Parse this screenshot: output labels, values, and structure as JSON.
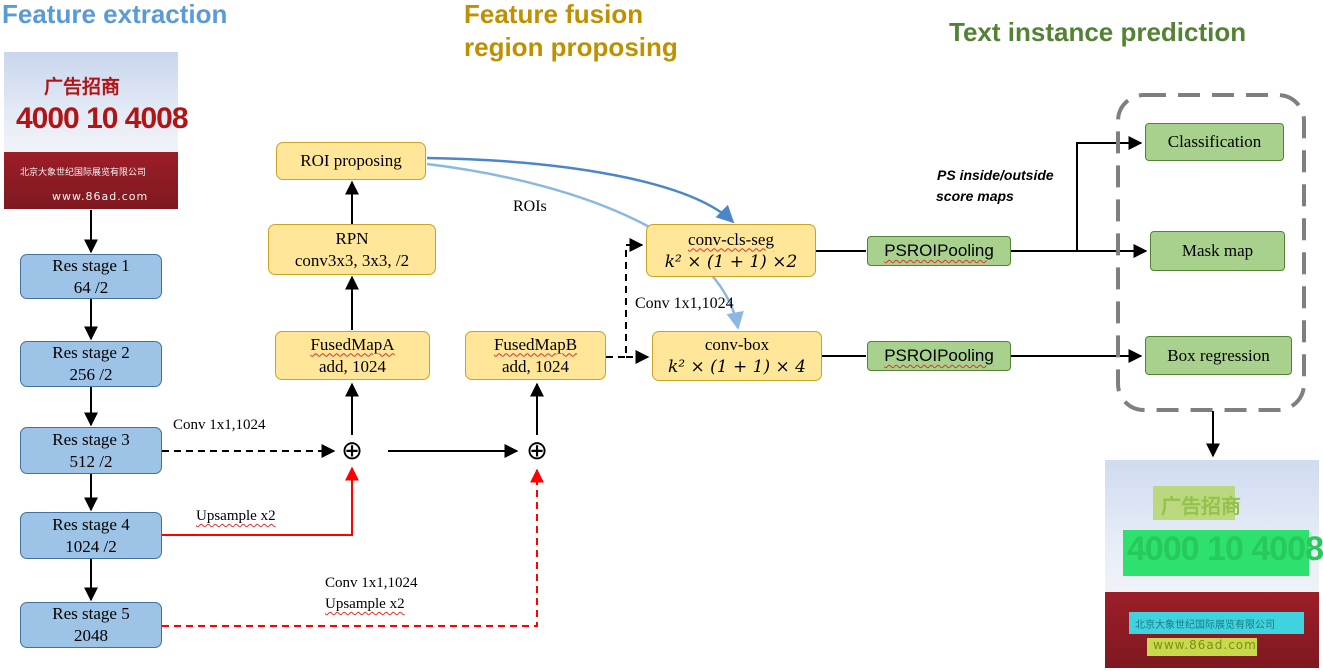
{
  "headers": {
    "feature_extraction": "Feature extraction",
    "feature_fusion_line1": "Feature fusion",
    "feature_fusion_line2": "region proposing",
    "text_instance": "Text instance prediction"
  },
  "colors": {
    "extraction": "#5b9bd5",
    "fusion": "#bf9000",
    "prediction": "#548235",
    "upsample_arrow": "#ff0000"
  },
  "input_image": {
    "line1": "广告招商",
    "line2": "4000 10 4008",
    "line3": "北京大象世纪国际展览有限公司",
    "line4": "www.86ad.com"
  },
  "output_image": {
    "line1": "广告招商",
    "line2": "4000 10 4008",
    "line3": "北京大象世纪国际展览有限公司",
    "line4": "www.86ad.com"
  },
  "res_stages": [
    {
      "title": "Res stage 1",
      "sub": "64 /2"
    },
    {
      "title": "Res stage 2",
      "sub": "256 /2"
    },
    {
      "title": "Res stage 3",
      "sub": "512 /2"
    },
    {
      "title": "Res stage 4",
      "sub": "1024 /2"
    },
    {
      "title": "Res stage 5",
      "sub": "2048"
    }
  ],
  "fusion": {
    "fusedA_title": "FusedMapA",
    "fusedA_sub": "add, 1024",
    "fusedB_title": "FusedMapB",
    "fusedB_sub": "add, 1024",
    "rpn_title": "RPN",
    "rpn_sub": "conv3x3, 3x3, /2",
    "roi": "ROI proposing"
  },
  "prediction": {
    "conv_cls_seg": "conv-cls-seg",
    "conv_cls_seg_formula": "k² × (1 + 1) ×2",
    "conv_box": "conv-box",
    "conv_box_formula": "k² × (1 + 1) × 4",
    "psroi1": "PSROIPooling",
    "psroi2": "PSROIPooling",
    "classification": "Classification",
    "mask_map": "Mask map",
    "box_regression": "Box regression"
  },
  "labels": {
    "conv_stage3": "Conv 1x1,1024",
    "upsample_stage4": "Upsample x2",
    "conv_stage5": "Conv 1x1,1024",
    "upsample_stage5": "Upsample x2",
    "rois": "ROIs",
    "conv_fusedB": "Conv 1x1,1024",
    "ps_maps_1": "PS inside/outside",
    "ps_maps_2": "score  maps"
  },
  "operators": {
    "oplus": "⊕"
  }
}
